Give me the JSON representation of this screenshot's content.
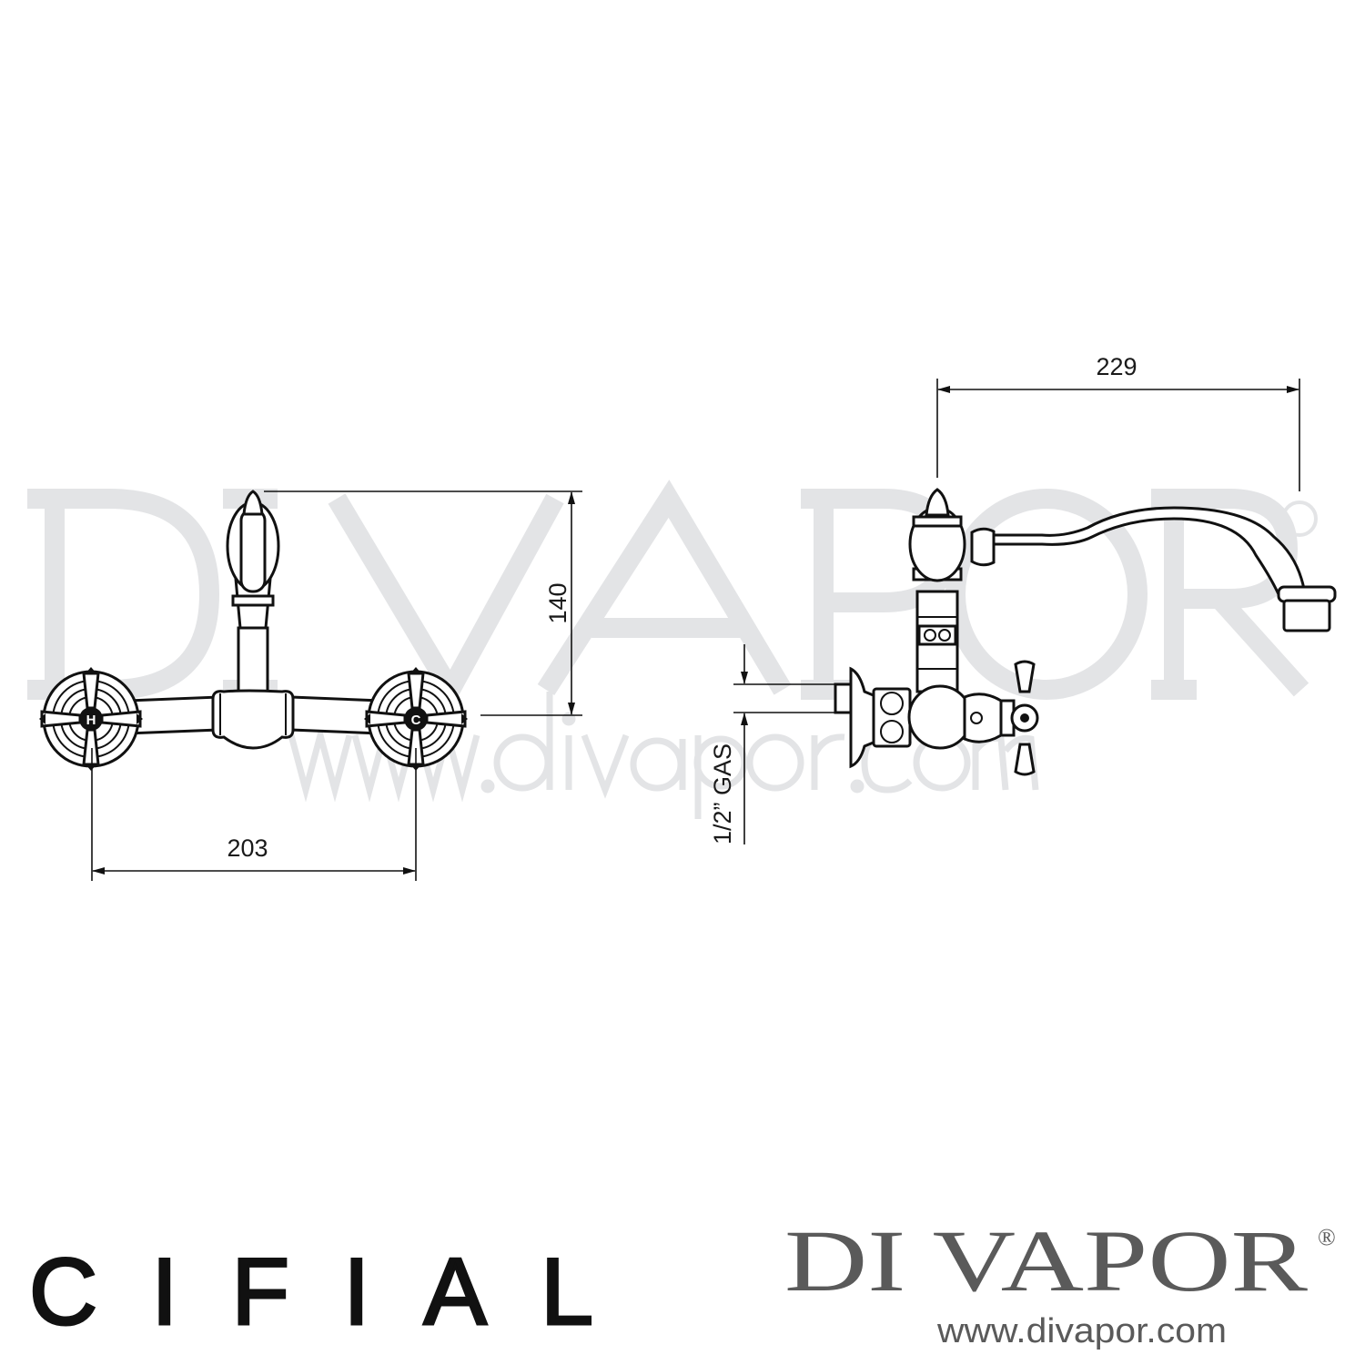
{
  "watermark": {
    "brand": "DI VAPOR",
    "registered": "®",
    "url": "www.divapor.com"
  },
  "front_view": {
    "height_dimension": "140",
    "width_dimension": "203",
    "hot_marker": "H",
    "cold_marker": "C"
  },
  "side_view": {
    "projection_dimension": "229",
    "connection_label": "1/2” GAS"
  },
  "footer": {
    "manufacturer_logo": "CIFIAL",
    "retailer_logo": "DI VAPOR",
    "retailer_registered": "®",
    "retailer_url": "www.divapor.com"
  },
  "colors": {
    "line": "#111111",
    "watermark": "#e3e4e6",
    "retailer_logo": "#5a5a5a"
  }
}
